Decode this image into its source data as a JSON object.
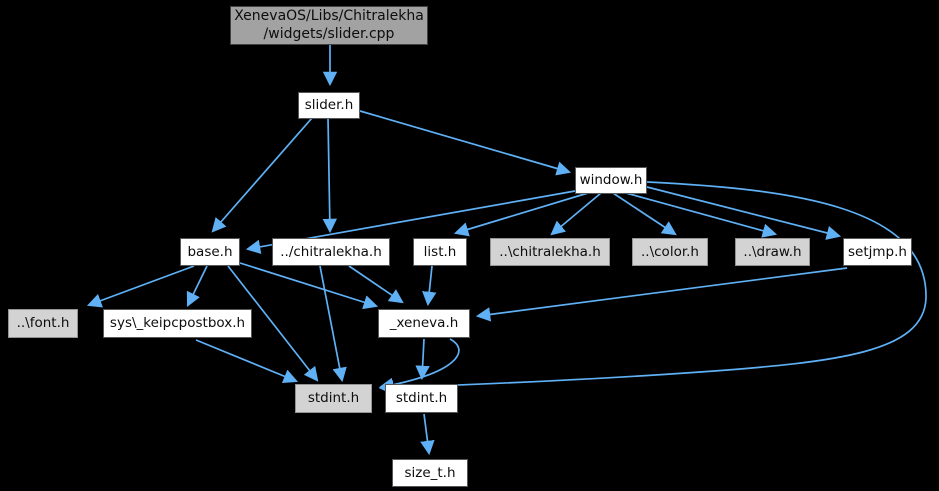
{
  "diagram": {
    "type": "include-dependency-graph",
    "background": "#000000",
    "edge_color": "#5fb0f5",
    "node_fill_default": "#ffffff",
    "node_fill_truncated": "#d3d3d3",
    "node_fill_root": "#a2a2a2",
    "nodes": [
      {
        "id": "slider_cpp",
        "label": "XenevaOS/Libs/Chitralekha\n/widgets/slider.cpp",
        "variant": "root"
      },
      {
        "id": "slider_h",
        "label": "slider.h",
        "variant": "default"
      },
      {
        "id": "window_h",
        "label": "window.h",
        "variant": "default"
      },
      {
        "id": "base_h",
        "label": "base.h",
        "variant": "default"
      },
      {
        "id": "rel_chitralekha_h",
        "label": "../chitralekha.h",
        "variant": "default"
      },
      {
        "id": "list_h",
        "label": "list.h",
        "variant": "default"
      },
      {
        "id": "bs_chitralekha_h",
        "label": "..\\chitralekha.h",
        "variant": "truncated"
      },
      {
        "id": "bs_color_h",
        "label": "..\\color.h",
        "variant": "truncated"
      },
      {
        "id": "bs_draw_h",
        "label": "..\\draw.h",
        "variant": "truncated"
      },
      {
        "id": "setjmp_h",
        "label": "setjmp.h",
        "variant": "default"
      },
      {
        "id": "bs_font_h",
        "label": "..\\font.h",
        "variant": "truncated"
      },
      {
        "id": "sys_keipcpostbox_h",
        "label": "sys\\_keipcpostbox.h",
        "variant": "default"
      },
      {
        "id": "xeneva_h",
        "label": "_xeneva.h",
        "variant": "default"
      },
      {
        "id": "stdint_h_gray",
        "label": "stdint.h",
        "variant": "truncated"
      },
      {
        "id": "stdint_h_white",
        "label": "stdint.h",
        "variant": "default"
      },
      {
        "id": "size_t_h",
        "label": "size_t.h",
        "variant": "default"
      }
    ],
    "edges": [
      {
        "from": "slider_cpp",
        "to": "slider_h"
      },
      {
        "from": "slider_h",
        "to": "base_h"
      },
      {
        "from": "slider_h",
        "to": "rel_chitralekha_h"
      },
      {
        "from": "slider_h",
        "to": "window_h"
      },
      {
        "from": "window_h",
        "to": "base_h"
      },
      {
        "from": "window_h",
        "to": "list_h"
      },
      {
        "from": "window_h",
        "to": "bs_chitralekha_h"
      },
      {
        "from": "window_h",
        "to": "bs_color_h"
      },
      {
        "from": "window_h",
        "to": "bs_draw_h"
      },
      {
        "from": "window_h",
        "to": "setjmp_h"
      },
      {
        "from": "window_h",
        "to": "stdint_h_gray"
      },
      {
        "from": "base_h",
        "to": "bs_font_h"
      },
      {
        "from": "base_h",
        "to": "sys_keipcpostbox_h"
      },
      {
        "from": "base_h",
        "to": "xeneva_h"
      },
      {
        "from": "base_h",
        "to": "stdint_h_gray"
      },
      {
        "from": "rel_chitralekha_h",
        "to": "xeneva_h"
      },
      {
        "from": "rel_chitralekha_h",
        "to": "stdint_h_gray"
      },
      {
        "from": "list_h",
        "to": "xeneva_h"
      },
      {
        "from": "setjmp_h",
        "to": "xeneva_h"
      },
      {
        "from": "sys_keipcpostbox_h",
        "to": "stdint_h_gray"
      },
      {
        "from": "xeneva_h",
        "to": "stdint_h_gray"
      },
      {
        "from": "xeneva_h",
        "to": "stdint_h_white"
      },
      {
        "from": "stdint_h_white",
        "to": "size_t_h"
      }
    ]
  }
}
